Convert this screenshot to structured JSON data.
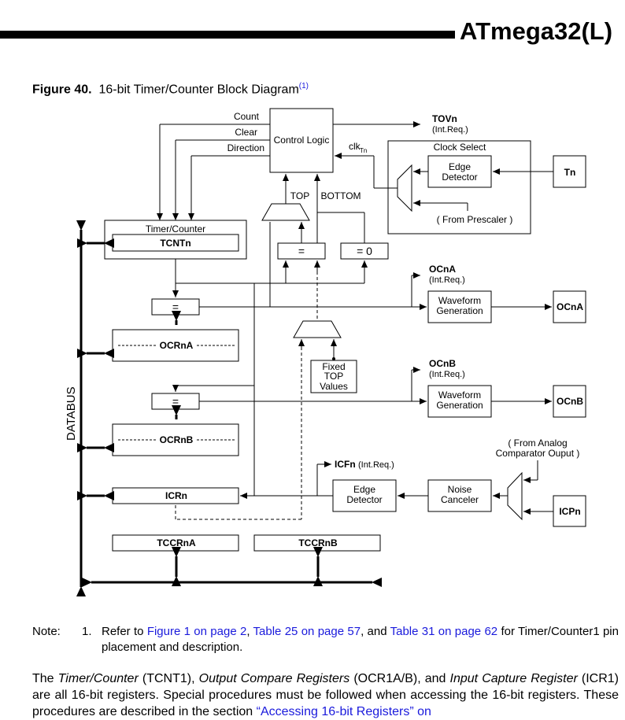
{
  "header": {
    "title": "ATmega32(L)"
  },
  "figure": {
    "label": "Figure 40.",
    "title": "16-bit Timer/Counter Block Diagram",
    "footnote_ref": "(1)"
  },
  "diagram": {
    "control_logic": "Control Logic",
    "count": "Count",
    "clear": "Clear",
    "direction": "Direction",
    "tovn": "TOVn",
    "int_req": "(Int.Req.)",
    "clk": "clk",
    "clk_sub": "Tn",
    "clock_select": "Clock Select",
    "edge_detector_l1": "Edge",
    "edge_detector_l2": "Detector",
    "tn": "Tn",
    "from_prescaler": "( From Prescaler )",
    "top": "TOP",
    "bottom": "BOTTOM",
    "timer_counter": "Timer/Counter",
    "tcntn": "TCNTn",
    "equal": "=",
    "equal_zero": "= 0",
    "ocna_label": "OCnA",
    "ocnb_label": "OCnB",
    "waveform_l1": "Waveform",
    "waveform_l2": "Generation",
    "ocrna": "OCRnA",
    "ocrnb": "OCRnB",
    "fixed_l1": "Fixed",
    "fixed_l2": "TOP",
    "fixed_l3": "Values",
    "databus": "DATABUS",
    "from_analog_l1": "( From Analog",
    "from_analog_l2": "Comparator Ouput )",
    "icfn": "ICFn",
    "icfn_int": "(Int.Req.)",
    "noise_l1": "Noise",
    "noise_l2": "Canceler",
    "icrn": "ICRn",
    "icpn": "ICPn",
    "tccrna": "TCCRnA",
    "tccrnb": "TCCRnB"
  },
  "note": {
    "label": "Note:",
    "number": "1.",
    "text_prefix": "Refer to",
    "link1": "Figure 1 on page 2",
    "sep1": ",",
    "link2": "Table 25 on page 57",
    "sep2": ", and",
    "link3": "Table 31 on page 62",
    "text_suffix": "for Timer/Counter1 pin placement and description."
  },
  "body": {
    "t1": "The",
    "i1": "Timer/Counter",
    "t2": "(TCNT1),",
    "i2": "Output Compare Registers",
    "t3": "(OCR1A/B), and",
    "i3": "Input Capture Register",
    "t4": "(ICR1) are all 16-bit registers. Special procedures must be followed when accessing the 16-bit registers. These procedures are described in the section",
    "link": "“Accessing 16-bit Registers” on"
  }
}
